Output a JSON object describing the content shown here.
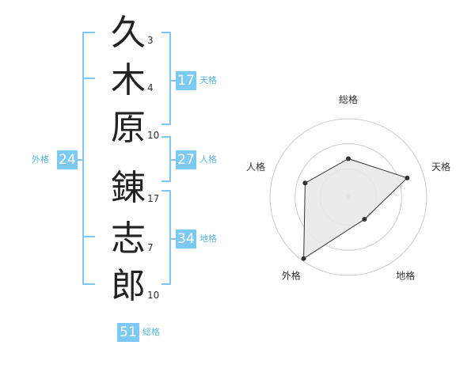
{
  "name": {
    "characters": [
      {
        "char": "久",
        "strokes": "3"
      },
      {
        "char": "木",
        "strokes": "4"
      },
      {
        "char": "原",
        "strokes": "10"
      },
      {
        "char": "錬",
        "strokes": "17"
      },
      {
        "char": "志",
        "strokes": "7"
      },
      {
        "char": "郎",
        "strokes": "10"
      }
    ]
  },
  "kakusu": {
    "tenkaku": {
      "label": "天格",
      "value": "17"
    },
    "jinkaku": {
      "label": "人格",
      "value": "27"
    },
    "chikaku": {
      "label": "地格",
      "value": "34"
    },
    "gaikaku": {
      "label": "外格",
      "value": "24"
    },
    "soukaku": {
      "label": "総格",
      "value": "51"
    }
  },
  "radar": {
    "axes": [
      "総格",
      "天格",
      "地格",
      "外格",
      "人格"
    ],
    "values": [
      0.49,
      0.79,
      0.35,
      0.97,
      0.58
    ],
    "colors": {
      "fill": "#e8e8e8",
      "stroke": "#333333",
      "ring": "#cccccc",
      "center": "#cfcfcf"
    }
  },
  "colors": {
    "accent": "#7ccaf2"
  }
}
